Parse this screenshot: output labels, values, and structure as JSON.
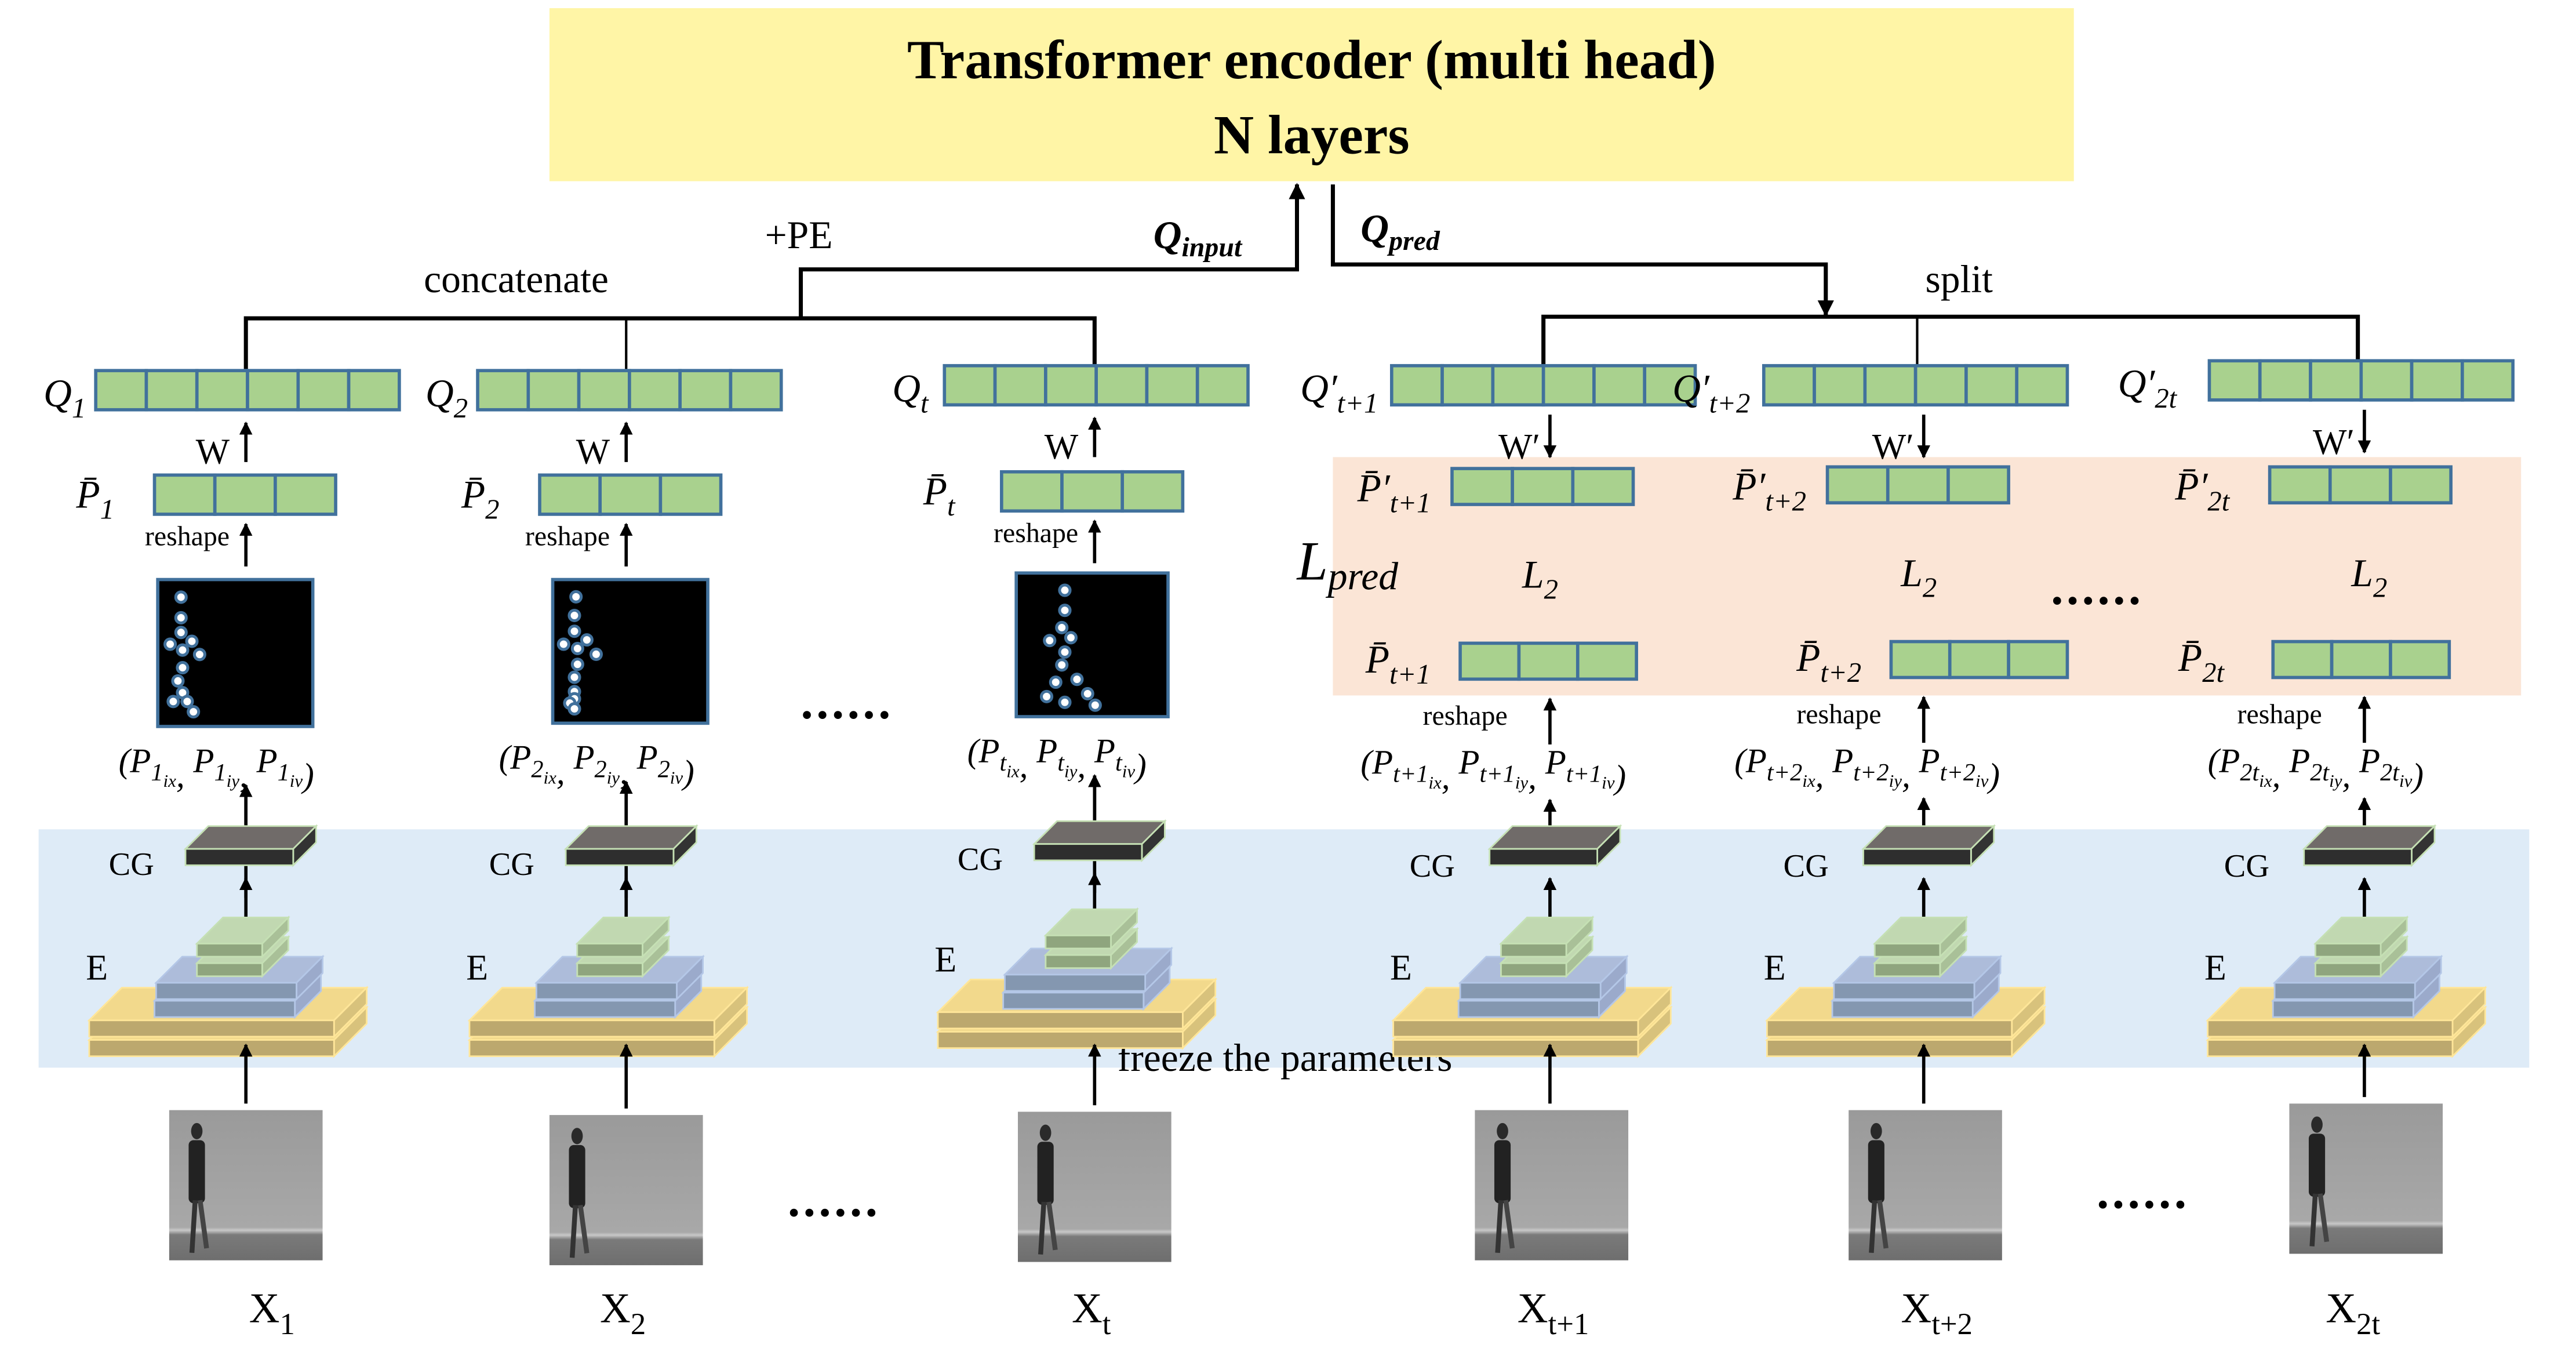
{
  "encoder": {
    "title_line1": "Transformer encoder (multi head)",
    "title_line2": "N layers",
    "fill": "#FFF5A6"
  },
  "connectors": {
    "pe_label": "+PE",
    "concat_label": "concatenate",
    "q_input": {
      "base": "Q",
      "sub": "input"
    },
    "q_pred": {
      "base": "Q",
      "sub": "pred"
    },
    "split_label": "split"
  },
  "colors": {
    "cell_fill": "#A9D18E",
    "cell_stroke": "#41719C",
    "pred_region": "#FBE5D6",
    "freeze_region": "#DEEBF7",
    "cg_top": "#706B69",
    "cg_front": "#2E2E2E",
    "cg_edge": "#C5E0B4",
    "e_green": "#8FA57E",
    "e_blue": "#8497B0",
    "e_yellow": "#BCA86E"
  },
  "input_columns": [
    {
      "q": {
        "base": "Q",
        "sub": "1"
      },
      "w": "W",
      "p": {
        "base": "P̄",
        "sub": "1"
      },
      "reshape": "reshape",
      "coords": "(P1ix, P1iy, P1iv)",
      "coords_parts": [
        "1"
      ],
      "cg": "CG",
      "e": "E",
      "x": {
        "base": "X",
        "sub": "1"
      }
    },
    {
      "q": {
        "base": "Q",
        "sub": "2"
      },
      "w": "W",
      "p": {
        "base": "P̄",
        "sub": "2"
      },
      "reshape": "reshape",
      "coords": "(P2ix, P2iy, P2iv)",
      "coords_parts": [
        "2"
      ],
      "cg": "CG",
      "e": "E",
      "x": {
        "base": "X",
        "sub": "2"
      }
    },
    {
      "q": {
        "base": "Q",
        "sub": "t"
      },
      "w": "W",
      "p": {
        "base": "P̄",
        "sub": "t"
      },
      "reshape": "reshape",
      "coords": "(Ptix, Ptiy, Ptiv)",
      "coords_parts": [
        "t"
      ],
      "cg": "CG",
      "e": "E",
      "x": {
        "base": "X",
        "sub": "t"
      }
    }
  ],
  "pred_columns": [
    {
      "q": {
        "base": "Q′",
        "sub": "t+1"
      },
      "w": "W′",
      "p_pred": {
        "base": "P̄′",
        "sub": "t+1"
      },
      "loss": {
        "base": "L",
        "sub": "2"
      },
      "p_true": {
        "base": "P̄",
        "sub": "t+1"
      },
      "reshape": "reshape",
      "coords_parts": [
        "t+1"
      ],
      "cg": "CG",
      "e": "E",
      "x": {
        "base": "X",
        "sub": "t+1"
      }
    },
    {
      "q": {
        "base": "Q′",
        "sub": "t+2"
      },
      "w": "W′",
      "p_pred": {
        "base": "P̄′",
        "sub": "t+2"
      },
      "loss": {
        "base": "L",
        "sub": "2"
      },
      "p_true": {
        "base": "P̄",
        "sub": "t+2"
      },
      "reshape": "reshape",
      "coords_parts": [
        "t+2"
      ],
      "cg": "CG",
      "e": "E",
      "x": {
        "base": "X",
        "sub": "t+2"
      }
    },
    {
      "q": {
        "base": "Q′",
        "sub": "2t"
      },
      "w": "W′",
      "p_pred": {
        "base": "P̄′",
        "sub": "2t"
      },
      "loss": {
        "base": "L",
        "sub": "2"
      },
      "p_true": {
        "base": "P̄",
        "sub": "2t"
      },
      "reshape": "reshape",
      "coords_parts": [
        "2t"
      ],
      "cg": "CG",
      "e": "E",
      "x": {
        "base": "X",
        "sub": "2t"
      }
    }
  ],
  "l_pred": {
    "base": "L",
    "sub": "pred"
  },
  "freeze_label": "freeze the parameters",
  "ellipsis": "......"
}
